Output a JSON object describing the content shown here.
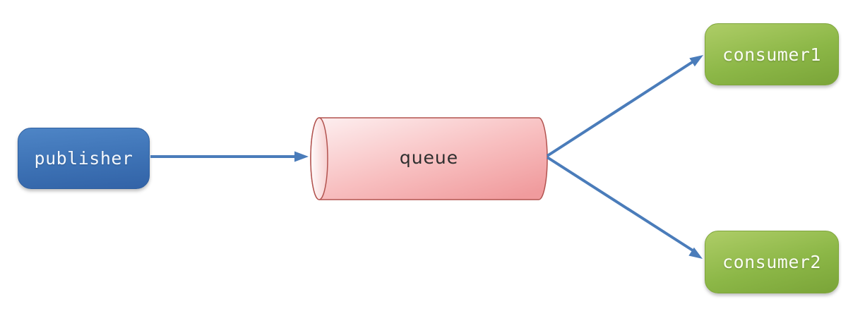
{
  "diagram": {
    "background_color": "#ffffff",
    "arrow_color": "#4a7cba",
    "nodes": {
      "publisher": {
        "label": "publisher",
        "shape": "rounded-rectangle",
        "fill": "#3e74b8",
        "text_color": "#f4f8fd"
      },
      "queue": {
        "label": "queue",
        "shape": "cylinder",
        "fill": "#f6b3b4",
        "border_color": "#b2534f",
        "text_color": "#2f2f2f"
      },
      "consumer1": {
        "label": "consumer1",
        "shape": "rounded-rectangle",
        "fill": "#8cb747",
        "text_color": "#fbfdf4"
      },
      "consumer2": {
        "label": "consumer2",
        "shape": "rounded-rectangle",
        "fill": "#8cb747",
        "text_color": "#fbfdf4"
      }
    },
    "edges": [
      {
        "from": "publisher",
        "to": "queue",
        "direction": "right"
      },
      {
        "from": "queue",
        "to": "consumer1",
        "direction": "up-right"
      },
      {
        "from": "queue",
        "to": "consumer2",
        "direction": "down-right"
      }
    ]
  }
}
